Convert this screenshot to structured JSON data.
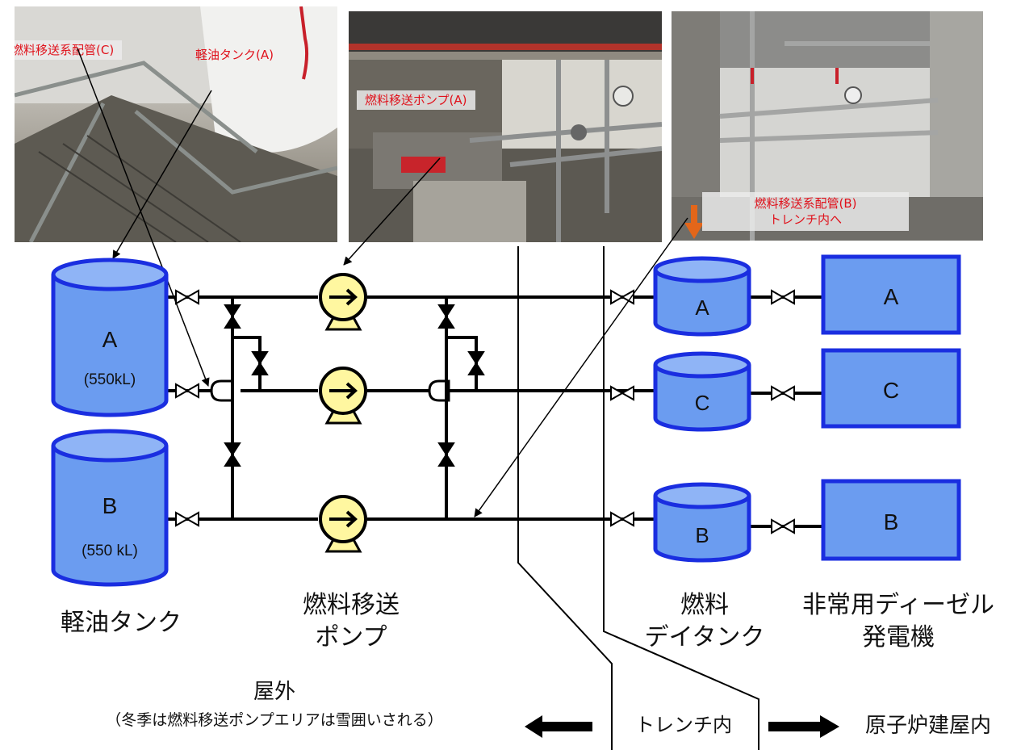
{
  "photos": {
    "tank_area": {
      "label_pipe_c": "燃料移送系配管(C)",
      "label_tank_a": "軽油タンク(A)"
    },
    "pump_area": {
      "label_pump_a": "燃料移送ポンプ(A)"
    },
    "trench_area": {
      "label_pipe_b_line1": "燃料移送系配管(B)",
      "label_pipe_b_line2": "トレンチ内へ"
    }
  },
  "storage_tanks": [
    {
      "id": "A",
      "capacity": "(550kL)"
    },
    {
      "id": "B",
      "capacity": "(550 kL)"
    }
  ],
  "day_tanks": [
    "A",
    "C",
    "B"
  ],
  "generators": [
    "A",
    "C",
    "B"
  ],
  "captions": {
    "storage_tank": "軽油タンク",
    "pump_line1": "燃料移送",
    "pump_line2": "ポンプ",
    "day_tank_line1": "燃料",
    "day_tank_line2": "デイタンク",
    "generator_line1": "非常用ディーゼル",
    "generator_line2": "発電機"
  },
  "zones": {
    "outdoor_title": "屋外",
    "outdoor_note": "（冬季は燃料移送ポンプエリアは雪囲いされる）",
    "trench": "トレンチ内",
    "reactor_building": "原子炉建屋内"
  },
  "colors": {
    "tank_fill": "#6b9cf0",
    "tank_stroke": "#1a2ee0",
    "pump_fill": "#fff7a0",
    "label_red": "#e0111b",
    "pipe": "#000000"
  }
}
